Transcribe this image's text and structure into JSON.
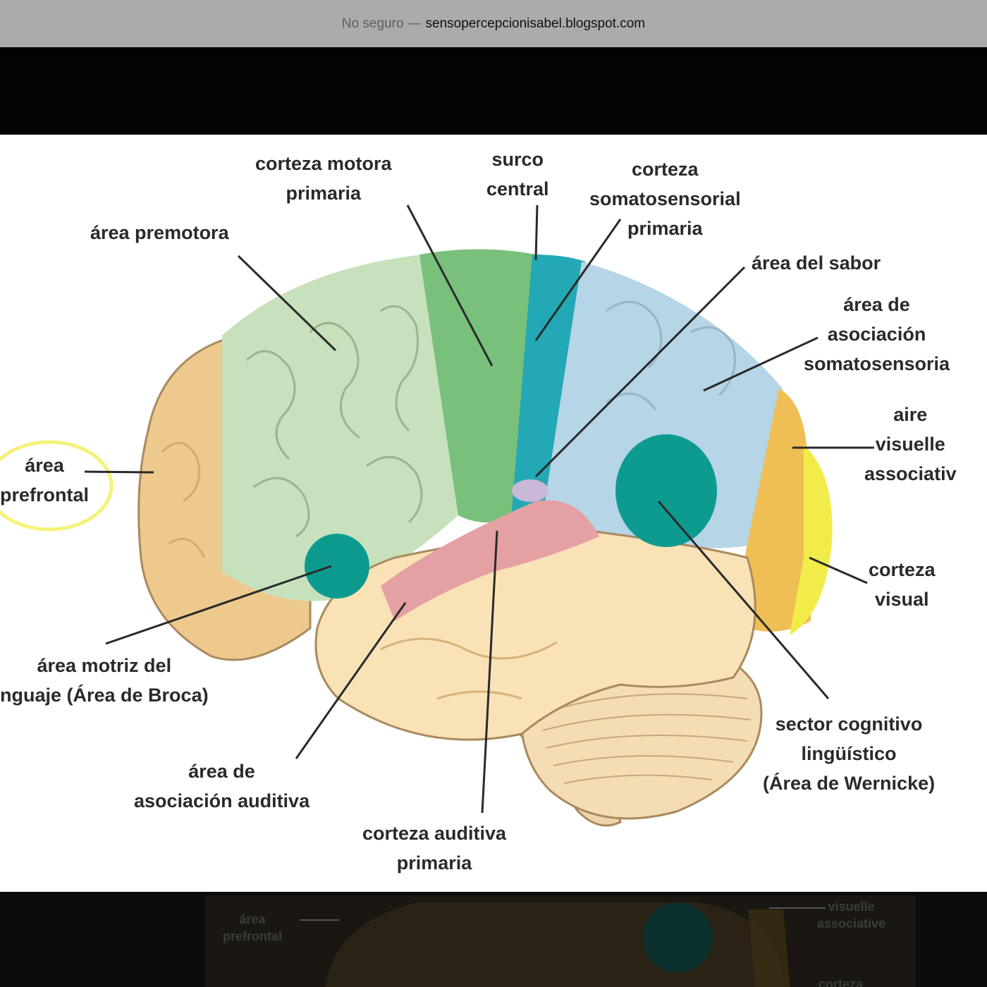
{
  "browser": {
    "security_text": "No seguro",
    "separator": "—",
    "host": "sensopercepcionisabel.blogspot.com"
  },
  "diagram": {
    "labels": {
      "corteza_motora": "corteza motora\nprimaria",
      "surco_central": "surco\ncentral",
      "corteza_somatosensorial": "corteza\nsomatosensorial\nprimaria",
      "area_premotora": "área premotora",
      "area_sabor": "área del sabor",
      "area_asociacion_somato": "área de\nasociación\nsomatosensoria",
      "area_prefrontal": "área\nprefrontal",
      "aire_visuelle": "aire\nvisuelle\nassociativ",
      "corteza_visual": "corteza\nvisual",
      "area_broca": "área motriz del\nnguaje (Área de Broca)",
      "sector_wernicke": "sector cognitivo\nlingüístico\n(Área de Wernicke)",
      "area_asociacion_auditiva": "área de\nasociación auditiva",
      "corteza_auditiva": "corteza auditiva\nprimaria"
    },
    "colors": {
      "prefrontal": "#eec98d",
      "premotor": "#c7e1bd",
      "motor": "#79c07a",
      "somatosensory": "#23a8b5",
      "somato_association": "#b6d5e6",
      "visual_association": "#efbf55",
      "visual": "#f1ec4a",
      "temporal": "#f9e2b6",
      "auditory": "#e5a0a3",
      "broca_wernicke": "#0d9b90",
      "cerebellum": "#f4dcb4",
      "highlight_ring": "#f4f27a"
    }
  },
  "thumbnail": {
    "labels": {
      "area_prefrontal": "área\nprefrontal",
      "aire_visuelle": "visuelle\nassociative",
      "corteza": "corteza"
    }
  }
}
